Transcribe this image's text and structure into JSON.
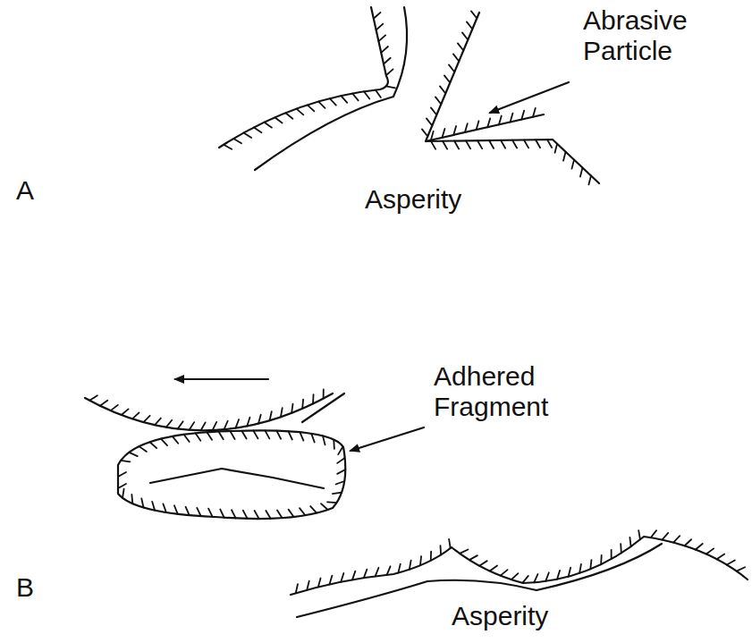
{
  "diagram": {
    "labels": [
      "Abrasive Particle",
      "A",
      "Asperity",
      "Adhered Fragment",
      "B",
      "Asperity"
    ]
  }
}
